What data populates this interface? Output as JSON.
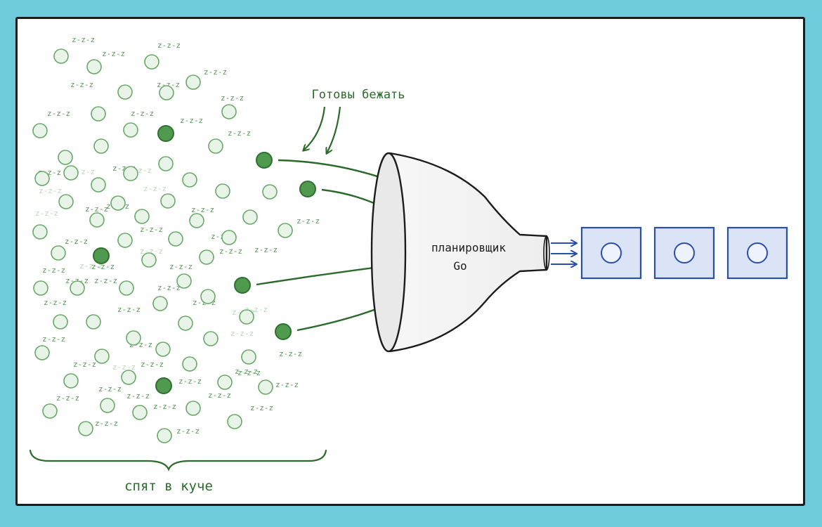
{
  "colors": {
    "background": "#6ecbdc",
    "paper": "#ffffff",
    "border": "#1c1c1c",
    "goroutine_fill": "#e8f4e8",
    "goroutine_stroke": "#6aa86a",
    "ready_fill": "#4f9a4f",
    "ready_stroke": "#2f6f2f",
    "arrow_green": "#2b6a2b",
    "thread_blue": "#2a4fa8",
    "thread_fill": "#dbe3f6"
  },
  "labels": {
    "ready": "Готовы бежать",
    "sleeping": "спят в куче",
    "scheduler_line1": "планировщик",
    "scheduler_line2": "Go",
    "zzz": "z-z-z"
  },
  "icons": [
    "goroutine-circle-icon",
    "funnel-icon",
    "thread-box-icon",
    "arrow-icon"
  ]
}
